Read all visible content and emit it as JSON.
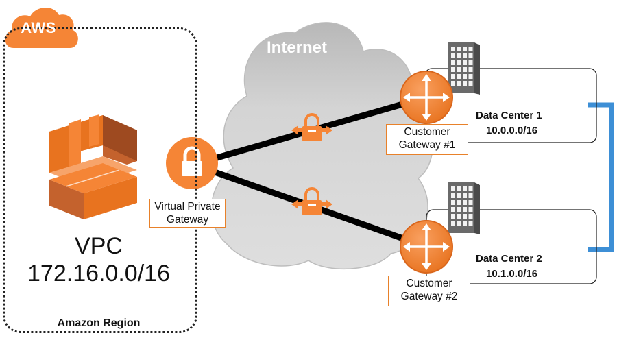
{
  "badge": {
    "text": "AWS"
  },
  "region": {
    "label": "Amazon Region"
  },
  "vpc": {
    "title": "VPC",
    "cidr": "172.16.0.0/16"
  },
  "internet": {
    "label": "Internet"
  },
  "vpn_gateway": {
    "label_line1": "Virtual Private",
    "label_line2": "Gateway"
  },
  "customer_gateways": [
    {
      "line1": "Customer",
      "line2": "Gateway #1"
    },
    {
      "line1": "Customer",
      "line2": "Gateway #2"
    }
  ],
  "data_centers": [
    {
      "name": "Data Center 1",
      "cidr": "10.0.0.0/16"
    },
    {
      "name": "Data Center 2",
      "cidr": "10.1.0.0/16"
    }
  ],
  "colors": {
    "aws_orange": "#f58536",
    "aws_orange_dark": "#c4622d",
    "cloud_gray": "#d2d2d2",
    "building_gray": "#6a6a6a",
    "link_blue": "#3d8fd6",
    "tunnel": "#000000"
  }
}
